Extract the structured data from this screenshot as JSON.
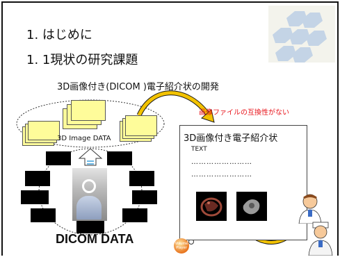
{
  "slide": {
    "heading1": "1. はじめに",
    "heading2": "1. 1現状の研究課題",
    "subtitle": "3D画像付き(DICOM )電子紹介状の開発",
    "warning": "画像ファイルの互換性がない",
    "image3d_label": "3D Image DATA",
    "dicom_label": "DICOM DATA",
    "card": {
      "title": "3D画像付き電子紹介状",
      "text": "TEXT",
      "dots1": "……………………",
      "dots2": "……………………"
    },
    "stamp_text": "Volume Player"
  },
  "colors": {
    "document_fill": "#fefc9a",
    "arrow_fill": "#f2c200",
    "warning": "#e8141b",
    "logo": "#c4d4e6"
  },
  "icons": [
    "logo-hex-icon",
    "doctor-icon",
    "mri-scanner-icon",
    "upload-arrow-icon",
    "curved-arrow-icon"
  ]
}
